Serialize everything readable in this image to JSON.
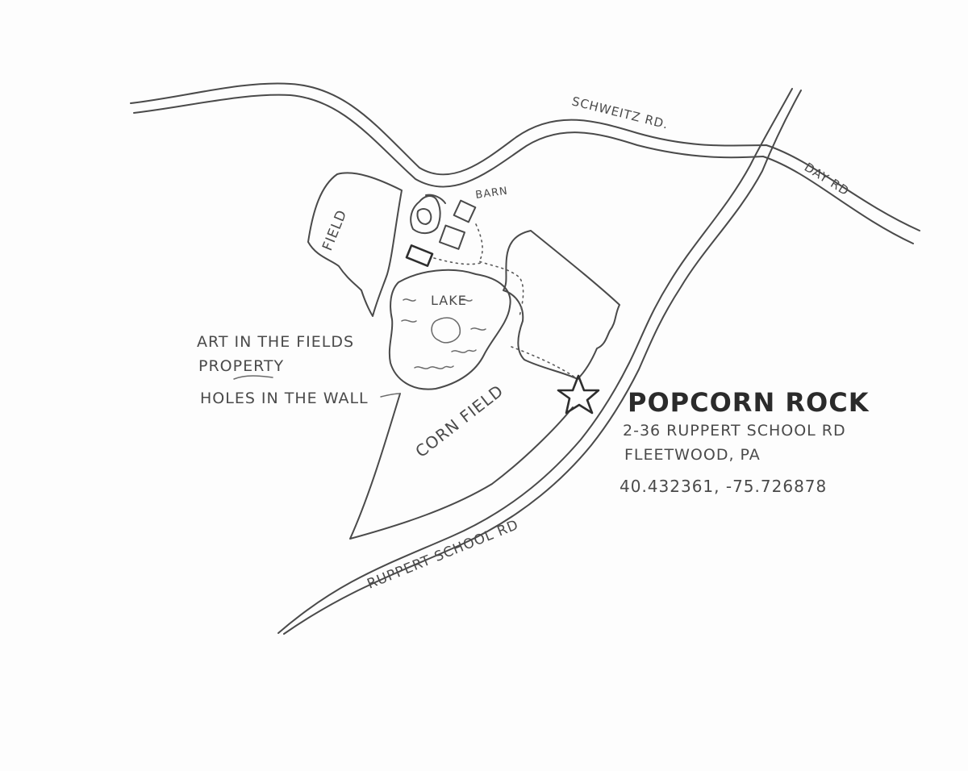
{
  "roads": {
    "schweitz": "SCHWEITZ RD.",
    "day": "DAY RD",
    "ruppert": "RUPPERT SCHOOL RD"
  },
  "areas": {
    "field": "FIELD",
    "barn": "BARN",
    "lake": "LAKE",
    "corn_field": "CORN FIELD"
  },
  "property_note": {
    "line1": "ART IN THE FIELDS",
    "line2": "PROPERTY",
    "line3": "HOLES IN THE WALL"
  },
  "destination": {
    "marker_icon": "star-icon",
    "name": "POPCORN ROCK",
    "address_line1": "2-36 RUPPERT SCHOOL RD",
    "address_line2": "FLEETWOOD, PA",
    "coordinates": "40.432361, -75.726878"
  },
  "colors": {
    "pencil": "#4a4a4a",
    "pencil_dark": "#2b2b2b",
    "paper": "#fdfdfd"
  }
}
